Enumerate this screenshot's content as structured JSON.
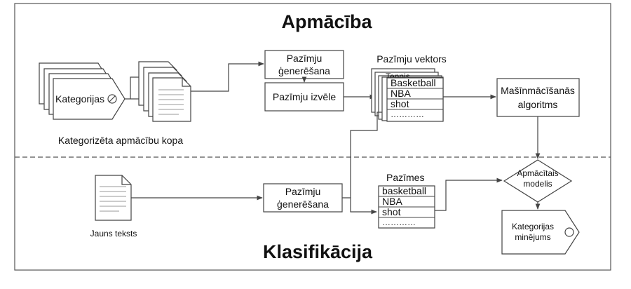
{
  "sections": {
    "training_title": "Apmācība",
    "classification_title": "Klasifikācija"
  },
  "training": {
    "category_doc_label": "Kategorijas",
    "corpus_caption": "Kategorizēta apmācību kopa",
    "feature_generation": [
      "Pazīmju",
      "ģenerēšana"
    ],
    "feature_selection": "Pazīmju izvēle",
    "vectors_heading": "Pazīmju vektors",
    "vector_items": [
      "Basketball",
      "NBA",
      "shot",
      "…………"
    ],
    "vector_peek": "Tennis",
    "algorithm": [
      "Mašīnmācīšanās",
      "algoritms"
    ]
  },
  "classification": {
    "new_text_caption": "Jauns teksts",
    "feature_generation": [
      "Pazīmju",
      "ģenerēšana"
    ],
    "features_heading": "Pazīmes",
    "feature_items": [
      "basketball",
      "NBA",
      "shot",
      "…………"
    ],
    "trained_model": [
      "Apmācītais",
      "modelis"
    ],
    "prediction": [
      "Kategorijas",
      "minējums"
    ]
  }
}
